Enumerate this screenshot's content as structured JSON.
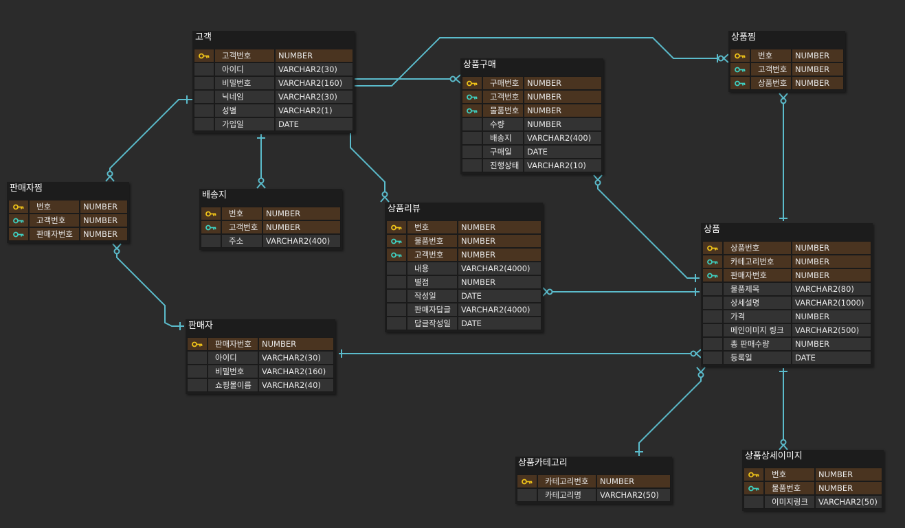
{
  "colors": {
    "background": "#2b2b2b",
    "entity_bg": "#1c1c1c",
    "key_row": "#4a3420",
    "plain_row": "#333333",
    "connector": "#5bbccc",
    "pk_icon": "#f0c419",
    "fk_icon": "#3fcfc0"
  },
  "entities": [
    {
      "id": "customer",
      "title": "고객",
      "columns": [
        {
          "name": "고객번호",
          "type": "NUMBER",
          "key": "pk"
        },
        {
          "name": "아이디",
          "type": "VARCHAR2(30)",
          "key": ""
        },
        {
          "name": "비밀번호",
          "type": "VARCHAR2(160)",
          "key": ""
        },
        {
          "name": "닉네임",
          "type": "VARCHAR2(30)",
          "key": ""
        },
        {
          "name": "성별",
          "type": "VARCHAR2(1)",
          "key": ""
        },
        {
          "name": "가입일",
          "type": "DATE",
          "key": ""
        }
      ]
    },
    {
      "id": "purchase",
      "title": "상품구매",
      "columns": [
        {
          "name": "구매번호",
          "type": "NUMBER",
          "key": "pk"
        },
        {
          "name": "고객번호",
          "type": "NUMBER",
          "key": "fk"
        },
        {
          "name": "물품번호",
          "type": "NUMBER",
          "key": "fk"
        },
        {
          "name": "수량",
          "type": "NUMBER",
          "key": ""
        },
        {
          "name": "배송지",
          "type": "VARCHAR2(400)",
          "key": ""
        },
        {
          "name": "구매일",
          "type": "DATE",
          "key": ""
        },
        {
          "name": "진행상태",
          "type": "VARCHAR2(10)",
          "key": ""
        }
      ]
    },
    {
      "id": "wishlist",
      "title": "상품찜",
      "columns": [
        {
          "name": "번호",
          "type": "NUMBER",
          "key": "pk"
        },
        {
          "name": "고객번호",
          "type": "NUMBER",
          "key": "fk"
        },
        {
          "name": "상품번호",
          "type": "NUMBER",
          "key": "fk"
        }
      ]
    },
    {
      "id": "sellerwish",
      "title": "판매자찜",
      "columns": [
        {
          "name": "번호",
          "type": "NUMBER",
          "key": "pk"
        },
        {
          "name": "고객번호",
          "type": "NUMBER",
          "key": "fk"
        },
        {
          "name": "판매자번호",
          "type": "NUMBER",
          "key": "fk"
        }
      ]
    },
    {
      "id": "address",
      "title": "배송지",
      "columns": [
        {
          "name": "번호",
          "type": "NUMBER",
          "key": "pk"
        },
        {
          "name": "고객번호",
          "type": "NUMBER",
          "key": "fk"
        },
        {
          "name": "주소",
          "type": "VARCHAR2(400)",
          "key": ""
        }
      ]
    },
    {
      "id": "review",
      "title": "상품리뷰",
      "columns": [
        {
          "name": "번호",
          "type": "NUMBER",
          "key": "pk"
        },
        {
          "name": "물품번호",
          "type": "NUMBER",
          "key": "fk"
        },
        {
          "name": "고객번호",
          "type": "NUMBER",
          "key": "fk"
        },
        {
          "name": "내용",
          "type": "VARCHAR2(4000)",
          "key": ""
        },
        {
          "name": "별점",
          "type": "NUMBER",
          "key": ""
        },
        {
          "name": "작성일",
          "type": "DATE",
          "key": ""
        },
        {
          "name": "판매자답글",
          "type": "VARCHAR2(4000)",
          "key": ""
        },
        {
          "name": "답글작성일",
          "type": "DATE",
          "key": ""
        }
      ]
    },
    {
      "id": "product",
      "title": "상품",
      "columns": [
        {
          "name": "상품번호",
          "type": "NUMBER",
          "key": "pk"
        },
        {
          "name": "카테고리번호",
          "type": "NUMBER",
          "key": "fk"
        },
        {
          "name": "판매자번호",
          "type": "NUMBER",
          "key": "fk"
        },
        {
          "name": "물품제목",
          "type": "VARCHAR2(80)",
          "key": ""
        },
        {
          "name": "상세설명",
          "type": "VARCHAR2(1000)",
          "key": ""
        },
        {
          "name": "가격",
          "type": "NUMBER",
          "key": ""
        },
        {
          "name": "메인이미지 링크",
          "type": "VARCHAR2(500)",
          "key": ""
        },
        {
          "name": "총 판매수량",
          "type": "NUMBER",
          "key": ""
        },
        {
          "name": "등록일",
          "type": "DATE",
          "key": ""
        }
      ]
    },
    {
      "id": "seller",
      "title": "판매자",
      "columns": [
        {
          "name": "판매자번호",
          "type": "NUMBER",
          "key": "pk"
        },
        {
          "name": "아이디",
          "type": "VARCHAR2(30)",
          "key": ""
        },
        {
          "name": "비밀번호",
          "type": "VARCHAR2(160)",
          "key": ""
        },
        {
          "name": "쇼핑몰이름",
          "type": "VARCHAR2(40)",
          "key": ""
        }
      ]
    },
    {
      "id": "category",
      "title": "상품카테고리",
      "columns": [
        {
          "name": "카테고리번호",
          "type": "NUMBER",
          "key": "pk"
        },
        {
          "name": "카테고리명",
          "type": "VARCHAR2(50)",
          "key": ""
        }
      ]
    },
    {
      "id": "productimage",
      "title": "상품상세이미지",
      "columns": [
        {
          "name": "번호",
          "type": "NUMBER",
          "key": "pk"
        },
        {
          "name": "물품번호",
          "type": "NUMBER",
          "key": "fk"
        },
        {
          "name": "이미지링크",
          "type": "VARCHAR2(50)",
          "key": ""
        }
      ]
    }
  ]
}
